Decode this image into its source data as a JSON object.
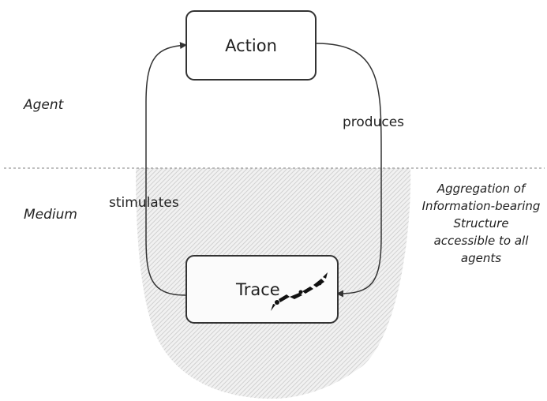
{
  "layers": {
    "agent": "Agent",
    "medium": "Medium"
  },
  "nodes": {
    "action": "Action",
    "trace": "Trace"
  },
  "edges": {
    "produces": "produces",
    "stimulates": "stimulates"
  },
  "annotation": {
    "lines": [
      "Aggregation of",
      "Information-bearing",
      "Structure",
      "accessible to all",
      "agents"
    ]
  },
  "colors": {
    "divider": "#9a9a9a",
    "medium_hatch": "#c9c9c9",
    "outline": "#333333"
  }
}
